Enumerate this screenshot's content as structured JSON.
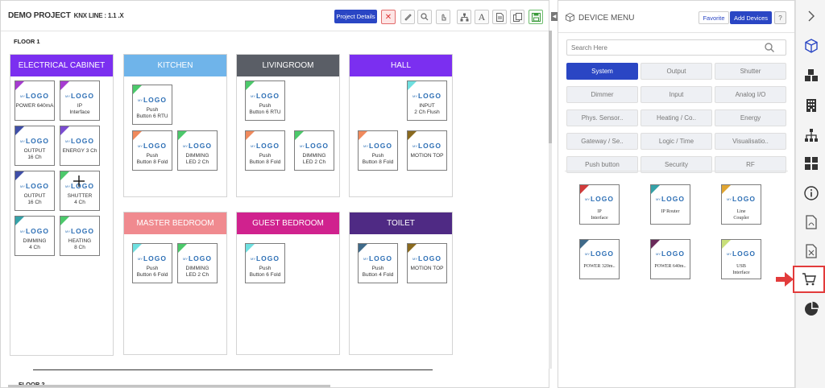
{
  "project": {
    "title": "DEMO PROJECT",
    "subtitle": "KNX LINE : 1.1 .X",
    "details_button": "Project Details",
    "floor1": "FLOOR 1",
    "floor2": "FLOOR 2"
  },
  "logo": {
    "my": "MY",
    "word": "LOGO"
  },
  "rooms": [
    {
      "name": "ELECTRICAL CABINET",
      "color": "#7b2ff0",
      "devices": [
        {
          "lines": [
            "POWER 640mA",
            ""
          ],
          "accent": "#a63bd1"
        },
        {
          "lines": [
            "IP",
            "Interface"
          ],
          "accent": "#a63bd1"
        },
        {
          "lines": [
            "OUTPUT",
            "16 Ch"
          ],
          "accent": "#3f4fa8"
        },
        {
          "lines": [
            "ENERGY 3 Ch",
            ""
          ],
          "accent": "#7b4cd1"
        },
        {
          "lines": [
            "OUTPUT",
            "16 Ch"
          ],
          "accent": "#3f4fa8"
        },
        {
          "lines": [
            "SHUTTER",
            "4 Ch"
          ],
          "accent": "#4cc96b"
        },
        {
          "lines": [
            "DIMMING",
            "4 Ch"
          ],
          "accent": "#35a2a8"
        },
        {
          "lines": [
            "HEATING",
            "8 Ch"
          ],
          "accent": "#4cc96b"
        }
      ]
    },
    {
      "name": "KITCHEN",
      "color": "#6fb4ea",
      "devices": [
        {
          "lines": [
            "Push",
            "Button 6 RTU"
          ],
          "accent": "#4cc96b"
        },
        {
          "lines": [
            "Push",
            "Button 8 Fold"
          ],
          "accent": "#f08a5d"
        },
        {
          "lines": [
            "DIMMING",
            "LED 2 Ch"
          ],
          "accent": "#4cc96b"
        }
      ]
    },
    {
      "name": "LIVINGROOM",
      "color": "#5a5e66",
      "devices": [
        {
          "lines": [
            "Push",
            "Button 6 RTU"
          ],
          "accent": "#4cc96b"
        },
        {
          "lines": [
            "Push",
            "Button 8 Fold"
          ],
          "accent": "#f08a5d"
        },
        {
          "lines": [
            "DIMMING",
            "LED 2 Ch"
          ],
          "accent": "#4cc96b"
        }
      ]
    },
    {
      "name": "HALL",
      "color": "#7b2ff0",
      "devices": [
        {
          "lines": [
            "INPUT",
            "2 Ch Flush"
          ],
          "accent": "#6fe0e0"
        },
        {
          "lines": [
            "Push",
            "Button 8 Fold"
          ],
          "accent": "#f08a5d"
        },
        {
          "lines": [
            "MOTION TOP",
            ""
          ],
          "accent": "#8a6a1f"
        }
      ]
    },
    {
      "name": "MASTER BEDROOM",
      "color": "#f08a8f",
      "devices": [
        {
          "lines": [
            "Push",
            "Button 6 Fold"
          ],
          "accent": "#6fe0e0"
        },
        {
          "lines": [
            "DIMMING",
            "LED 2 Ch"
          ],
          "accent": "#4cc96b"
        }
      ]
    },
    {
      "name": "GUEST BEDROOM",
      "color": "#d0228e",
      "devices": [
        {
          "lines": [
            "Push",
            "Button 6 Fold"
          ],
          "accent": "#6fe0e0"
        }
      ]
    },
    {
      "name": "TOILET",
      "color": "#4f2a84",
      "devices": [
        {
          "lines": [
            "Push",
            "Button 4 Fold"
          ],
          "accent": "#3f6a8a"
        },
        {
          "lines": [
            "MOTION TOP",
            ""
          ],
          "accent": "#8a6a1f"
        }
      ]
    }
  ],
  "menu": {
    "title": "DEVICE MENU",
    "favorite": "Favorite",
    "add_devices": "Add Devices",
    "help": "?",
    "search_placeholder": "Search Here",
    "categories": [
      "System",
      "Output",
      "Shutter",
      "Dimmer",
      "Input",
      "Analog I/O",
      "Phys. Sensor..",
      "Heating / Co..",
      "Energy",
      "Gateway / Se..",
      "Logic / Time",
      "Visualisatio..",
      "Push button",
      "Security",
      "RF"
    ],
    "active_category": "System",
    "devices": [
      {
        "lines": [
          "IP",
          "Interface"
        ],
        "accent": "#d13b3b"
      },
      {
        "lines": [
          "IP Router",
          ""
        ],
        "accent": "#35a2a8"
      },
      {
        "lines": [
          "Line",
          "Coupler"
        ],
        "accent": "#e0a532"
      },
      {
        "lines": [
          "POWER 320m..",
          ""
        ],
        "accent": "#3f6a8a"
      },
      {
        "lines": [
          "POWER 640m..",
          ""
        ],
        "accent": "#6a2a5a"
      },
      {
        "lines": [
          "USB",
          "Interface"
        ],
        "accent": "#c9e07a"
      }
    ]
  },
  "sidebar": {
    "icons": [
      "chevron-right-icon",
      "cube-icon",
      "cubes-icon",
      "building-icon",
      "hierarchy-icon",
      "grid-icon",
      "info-icon",
      "pdf-file-icon",
      "excel-file-icon",
      "cart-icon",
      "pie-chart-icon"
    ],
    "highlight": "cart-icon",
    "highlight_color": "#e23b3b"
  }
}
